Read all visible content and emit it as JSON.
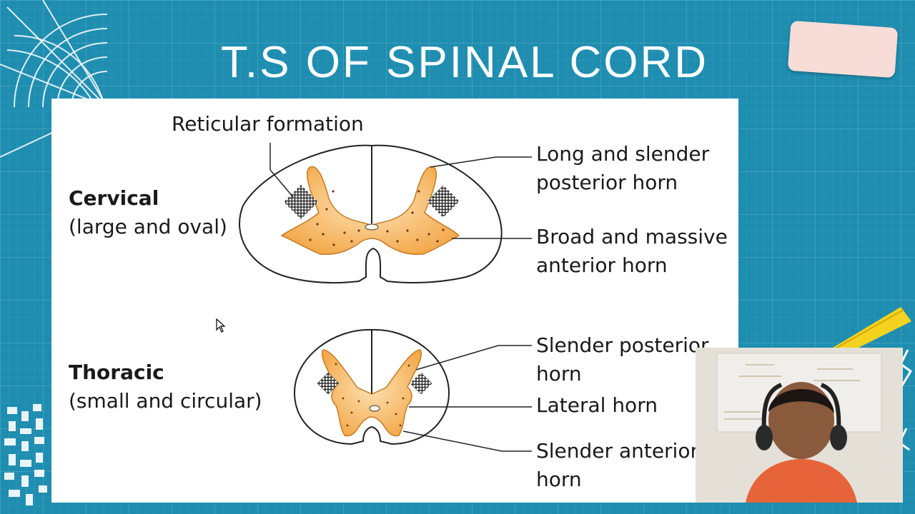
{
  "slide": {
    "title": "T.S OF SPINAL CORD"
  },
  "cervical": {
    "name": "Cervical",
    "shape": "(large and oval)",
    "label_top": "Reticular formation",
    "posterior_line1": "Long and slender",
    "posterior_line2": "posterior horn",
    "anterior_line1": "Broad and massive",
    "anterior_line2": "anterior horn"
  },
  "thoracic": {
    "name": "Thoracic",
    "shape": "(small and circular)",
    "posterior_line1": "Slender posterior",
    "posterior_line2": "horn",
    "lateral": "Lateral horn",
    "anterior_line1": "Slender anterior",
    "anterior_line2": "horn"
  },
  "colors": {
    "background": "#1e8db0",
    "grey_matter": "#f6b25c",
    "panel": "#ffffff"
  },
  "icons": [
    "mouse-cursor-icon",
    "webcam-presenter"
  ]
}
